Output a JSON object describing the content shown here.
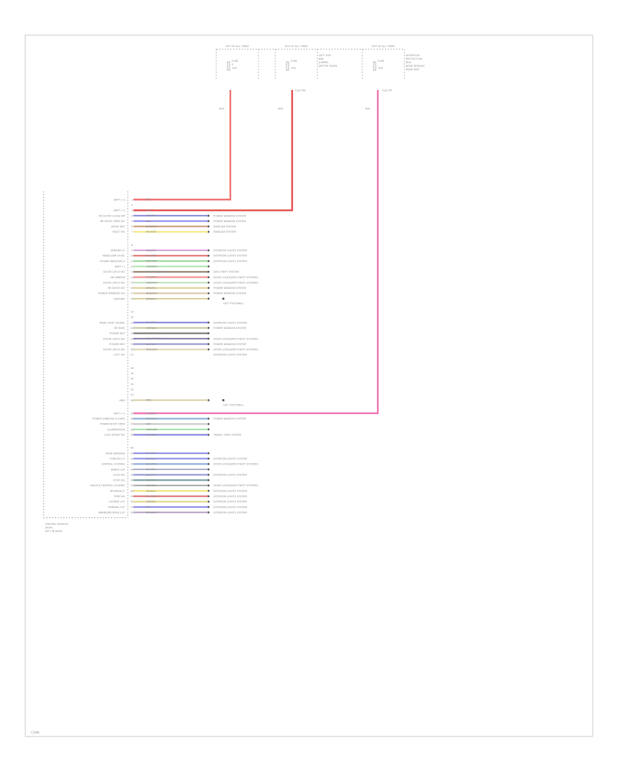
{
  "fuses": [
    {
      "name": "HOT AT ALL TIMES",
      "items": [
        "FUSE",
        "5",
        "10A"
      ],
      "extra": [],
      "wire": "RED",
      "tag": ""
    },
    {
      "name": "HOT AT ALL TIMES",
      "items": [
        "FUSE",
        "",
        "10A"
      ],
      "extra": [
        "LEFT FOR",
        "BDF",
        "JUMPER",
        "MOTOR FUSES"
      ],
      "wire": "RED",
      "tag": "CLN TPA"
    },
    {
      "name": "HOT AT ALL TIMES",
      "items": [
        "FUSE",
        "",
        "10A"
      ],
      "extra": [
        "SHOPSTOR",
        "PROTECTION",
        "BOX",
        "BODY MODULE",
        "MAIN UNIT"
      ],
      "wire": "PNK",
      "tag": "CLN TPT"
    }
  ],
  "module": {
    "title_lines": [
      "CENTRAL MODULE",
      "(BCM)",
      "LEFT IN DASH"
    ]
  },
  "footer": {
    "label": "CONN"
  },
  "groups": [
    {
      "rows": [
        {
          "label": "BATT (+)",
          "pin": "1",
          "wire": "RED",
          "color": "#f07070",
          "dest": ""
        },
        {
          "label": "",
          "pin": "2",
          "wire": "",
          "color": "",
          "dest": ""
        },
        {
          "label": "BATT (+)",
          "pin": "3",
          "wire": "RED",
          "color": "#e04848",
          "dest": ""
        },
        {
          "label": "RR DOOR CLOSE INP",
          "pin": "4",
          "wire": "GRY/BLU",
          "color": "#8c8cd8",
          "dest": "POWER WINDOW SYSTEM"
        },
        {
          "label": "RR DOOR OPEN SIG",
          "pin": "5",
          "wire": "BLU",
          "color": "#9090e8",
          "dest": "POWER WINDOW SYSTEM"
        },
        {
          "label": "DRIVE DEV",
          "pin": "6",
          "wire": "BRN/WHT",
          "color": "#caa080",
          "dest": "INVALIDA SYSTEM"
        },
        {
          "label": "FAULT SIG",
          "pin": "7",
          "wire": "YEL/RED",
          "color": "#f2e880",
          "dest": "INVALIDA SYSTEM"
        }
      ]
    },
    {
      "rows": [
        {
          "label": "",
          "pin": "8",
          "wire": "",
          "color": "",
          "dest": ""
        },
        {
          "label": "PARKING LT",
          "pin": "9",
          "wire": "RED/BLU",
          "color": "#d0a0d8",
          "dest": "EXTERIOR LIGHTS SYSTEM"
        },
        {
          "label": "HEADLAMP LEVEL",
          "pin": "10",
          "wire": "BLK/RED",
          "color": "#e07878",
          "dest": "EXTERIOR LIGHTS SYSTEM"
        },
        {
          "label": "POWER WINDOW LT",
          "pin": "11",
          "wire": "GRY/GRN",
          "color": "#9ad89a",
          "dest": "EXTERIOR LIGHTS SYSTEM"
        },
        {
          "label": "BATT (-)",
          "pin": "12",
          "wire": "GRN/WHT",
          "color": "#b4e6b4",
          "dest": ""
        },
        {
          "label": "DOOR LATCH SIG",
          "pin": "13",
          "wire": "BRN/GRN/WHT",
          "color": "#8f7a66",
          "dest": "ANTI-THEFT SYSTEM"
        },
        {
          "label": "DR MIRROR",
          "pin": "14",
          "wire": "RED/PNK",
          "color": "#f08a8a",
          "dest": "DOOR LOCKS/ANTI-THEFT SYSTEMS"
        },
        {
          "label": "DOOR LATCH SIG",
          "pin": "15",
          "wire": "GRN/WHT",
          "color": "#c2e2c2",
          "dest": "DOOR LOCKS/ANTI-THEFT SYSTEMS"
        },
        {
          "label": "RR DOOR SIG",
          "pin": "16",
          "wire": "BRN/YEL",
          "color": "#e0d09a",
          "dest": "POWER WINDOW SYSTEM"
        },
        {
          "label": "POWER WINDOW SIG",
          "pin": "17",
          "wire": "BRN/WHT",
          "color": "#dcc8b0",
          "dest": "POWER WINDOW SYSTEM"
        },
        {
          "label": "GROUND",
          "pin": "18",
          "wire": "BRN/BLK",
          "color": "#d8d0a0",
          "dest": "LEFT FOOTWELL"
        }
      ]
    },
    {
      "rows": [
        {
          "label": "",
          "pin": "19",
          "wire": "",
          "color": "",
          "dest": ""
        },
        {
          "label": "",
          "pin": "20",
          "wire": "",
          "color": "",
          "dest": ""
        },
        {
          "label": "REAR LIGHT SIGNAL",
          "pin": "21",
          "wire": "BLU/GRY",
          "color": "#8c8ce0",
          "dest": "EXTERIOR LIGHTS SYSTEM"
        },
        {
          "label": "DR HEAT",
          "pin": "22",
          "wire": "GRY/BLK",
          "color": "#c8c8a0",
          "dest": "POWER WINDOW SYSTEM"
        },
        {
          "label": "POWER DEV",
          "pin": "23",
          "wire": "BLK/BLK",
          "color": "#707070",
          "dest": ""
        },
        {
          "label": "DOOR LATCH SIG",
          "pin": "24",
          "wire": "BRN/GRN/BLU",
          "color": "#8a7faa",
          "dest": "DOOR LOCKS/ANTI-THEFT SYSTEMS"
        },
        {
          "label": "POWER DEV",
          "pin": "25",
          "wire": "BLU/BLK",
          "color": "#9898d0",
          "dest": "POWER WINDOW SYSTEM"
        },
        {
          "label": "DOOR LATCH SIG",
          "pin": "26",
          "wire": "BRN/WHT",
          "color": "#e0d8b8",
          "dest": "DOOR LOCKS/ANTI-THEFT SYSTEMS"
        },
        {
          "label": "LEFT SIG",
          "pin": "27",
          "wire": "",
          "color": "",
          "dest": "EXTERIOR LIGHTS SYSTEM"
        }
      ]
    },
    {
      "rows": [
        {
          "label": "",
          "pin": "28",
          "wire": "",
          "color": "",
          "dest": ""
        },
        {
          "label": "",
          "pin": "29",
          "wire": "",
          "color": "",
          "dest": ""
        },
        {
          "label": "",
          "pin": "30",
          "wire": "",
          "color": "",
          "dest": ""
        },
        {
          "label": "",
          "pin": "31",
          "wire": "",
          "color": "",
          "dest": ""
        },
        {
          "label": "",
          "pin": "32",
          "wire": "",
          "color": "",
          "dest": ""
        },
        {
          "label": "",
          "pin": "33",
          "wire": "",
          "color": "",
          "dest": ""
        },
        {
          "label": "GND",
          "pin": "34",
          "wire": "BRN",
          "color": "#d8d0a8",
          "dest": "LEFT FOOTWELL"
        }
      ]
    },
    {
      "rows": [
        {
          "label": "BATT (+)",
          "pin": "35",
          "wire": "PNK/BLK",
          "color": "#f070b0",
          "dest": ""
        },
        {
          "label": "POWER WINDOW CLOSER",
          "pin": "36",
          "wire": "BLU/GRN",
          "color": "#8cb0d8",
          "dest": "POWER WINDOW SYSTEM"
        },
        {
          "label": "POWER BODY OPEN",
          "pin": "37",
          "wire": "GRY",
          "color": "#c8c8c8",
          "dest": ""
        },
        {
          "label": "ILLUMINATION",
          "pin": "38",
          "wire": "GRY/GRN",
          "color": "#a8e0a8",
          "dest": ""
        },
        {
          "label": "LOCK SENSE SIG",
          "pin": "39",
          "wire": "BLU/BLU",
          "color": "#8080e0",
          "dest": "TRAVEL LIMIT SYSTEM"
        }
      ]
    },
    {
      "rows": [
        {
          "label": "",
          "pin": "40",
          "wire": "",
          "color": "",
          "dest": ""
        },
        {
          "label": "REAR WINDOW",
          "pin": "41",
          "wire": "BLU/GRY",
          "color": "#9090e8",
          "dest": ""
        },
        {
          "label": "TURN SIG LT",
          "pin": "42",
          "wire": "BLU/GRY",
          "color": "#9090e8",
          "dest": "EXTERIOR LIGHTS SYSTEM"
        },
        {
          "label": "CENTRAL LOCKING",
          "pin": "43",
          "wire": "BLU/GRN",
          "color": "#8caad8",
          "dest": "DOOR LOCKS/ANTI-THEFT SYSTEMS"
        },
        {
          "label": "BRAKE LGT",
          "pin": "44",
          "wire": "BLU/YEL",
          "color": "#b0b0c8",
          "dest": ""
        },
        {
          "label": "LOCK SIG",
          "pin": "45",
          "wire": "BLU/YEL",
          "color": "#9898d8",
          "dest": "EXTERIOR LIGHTS SYSTEM"
        },
        {
          "label": "STOP SIG",
          "pin": "46",
          "wire": "BLU/GRN",
          "color": "#7aa0a0",
          "dest": ""
        },
        {
          "label": "UNLOCK CENTRAL LOCKING",
          "pin": "47",
          "wire": "GRY/BLU",
          "color": "#b0b0b0",
          "dest": "DOOR LOCKS/ANTI-THEFT SYSTEMS"
        },
        {
          "label": "REVERSE LT",
          "pin": "48",
          "wire": "YEL/BLU",
          "color": "#ece070",
          "dest": "EXTERIOR LIGHTS SYSTEM"
        },
        {
          "label": "TRIM SIG",
          "pin": "49",
          "wire": "BLK/RED",
          "color": "#e07070",
          "dest": "EXTERIOR LIGHTS SYSTEM"
        },
        {
          "label": "LICENSE LGT",
          "pin": "50",
          "wire": "GRY/YEL",
          "color": "#e0d890",
          "dest": "EXTERIOR LIGHTS SYSTEM"
        },
        {
          "label": "PARKING LGT",
          "pin": "51",
          "wire": "BLU",
          "color": "#8c8ce8",
          "dest": "EXTERIOR LIGHTS SYSTEM"
        },
        {
          "label": "BRAKE/REVERSE LGT",
          "pin": "52",
          "wire": "BRN/WHT",
          "color": "#b8a8c8",
          "dest": "EXTERIOR LIGHTS SYSTEM"
        }
      ]
    }
  ]
}
